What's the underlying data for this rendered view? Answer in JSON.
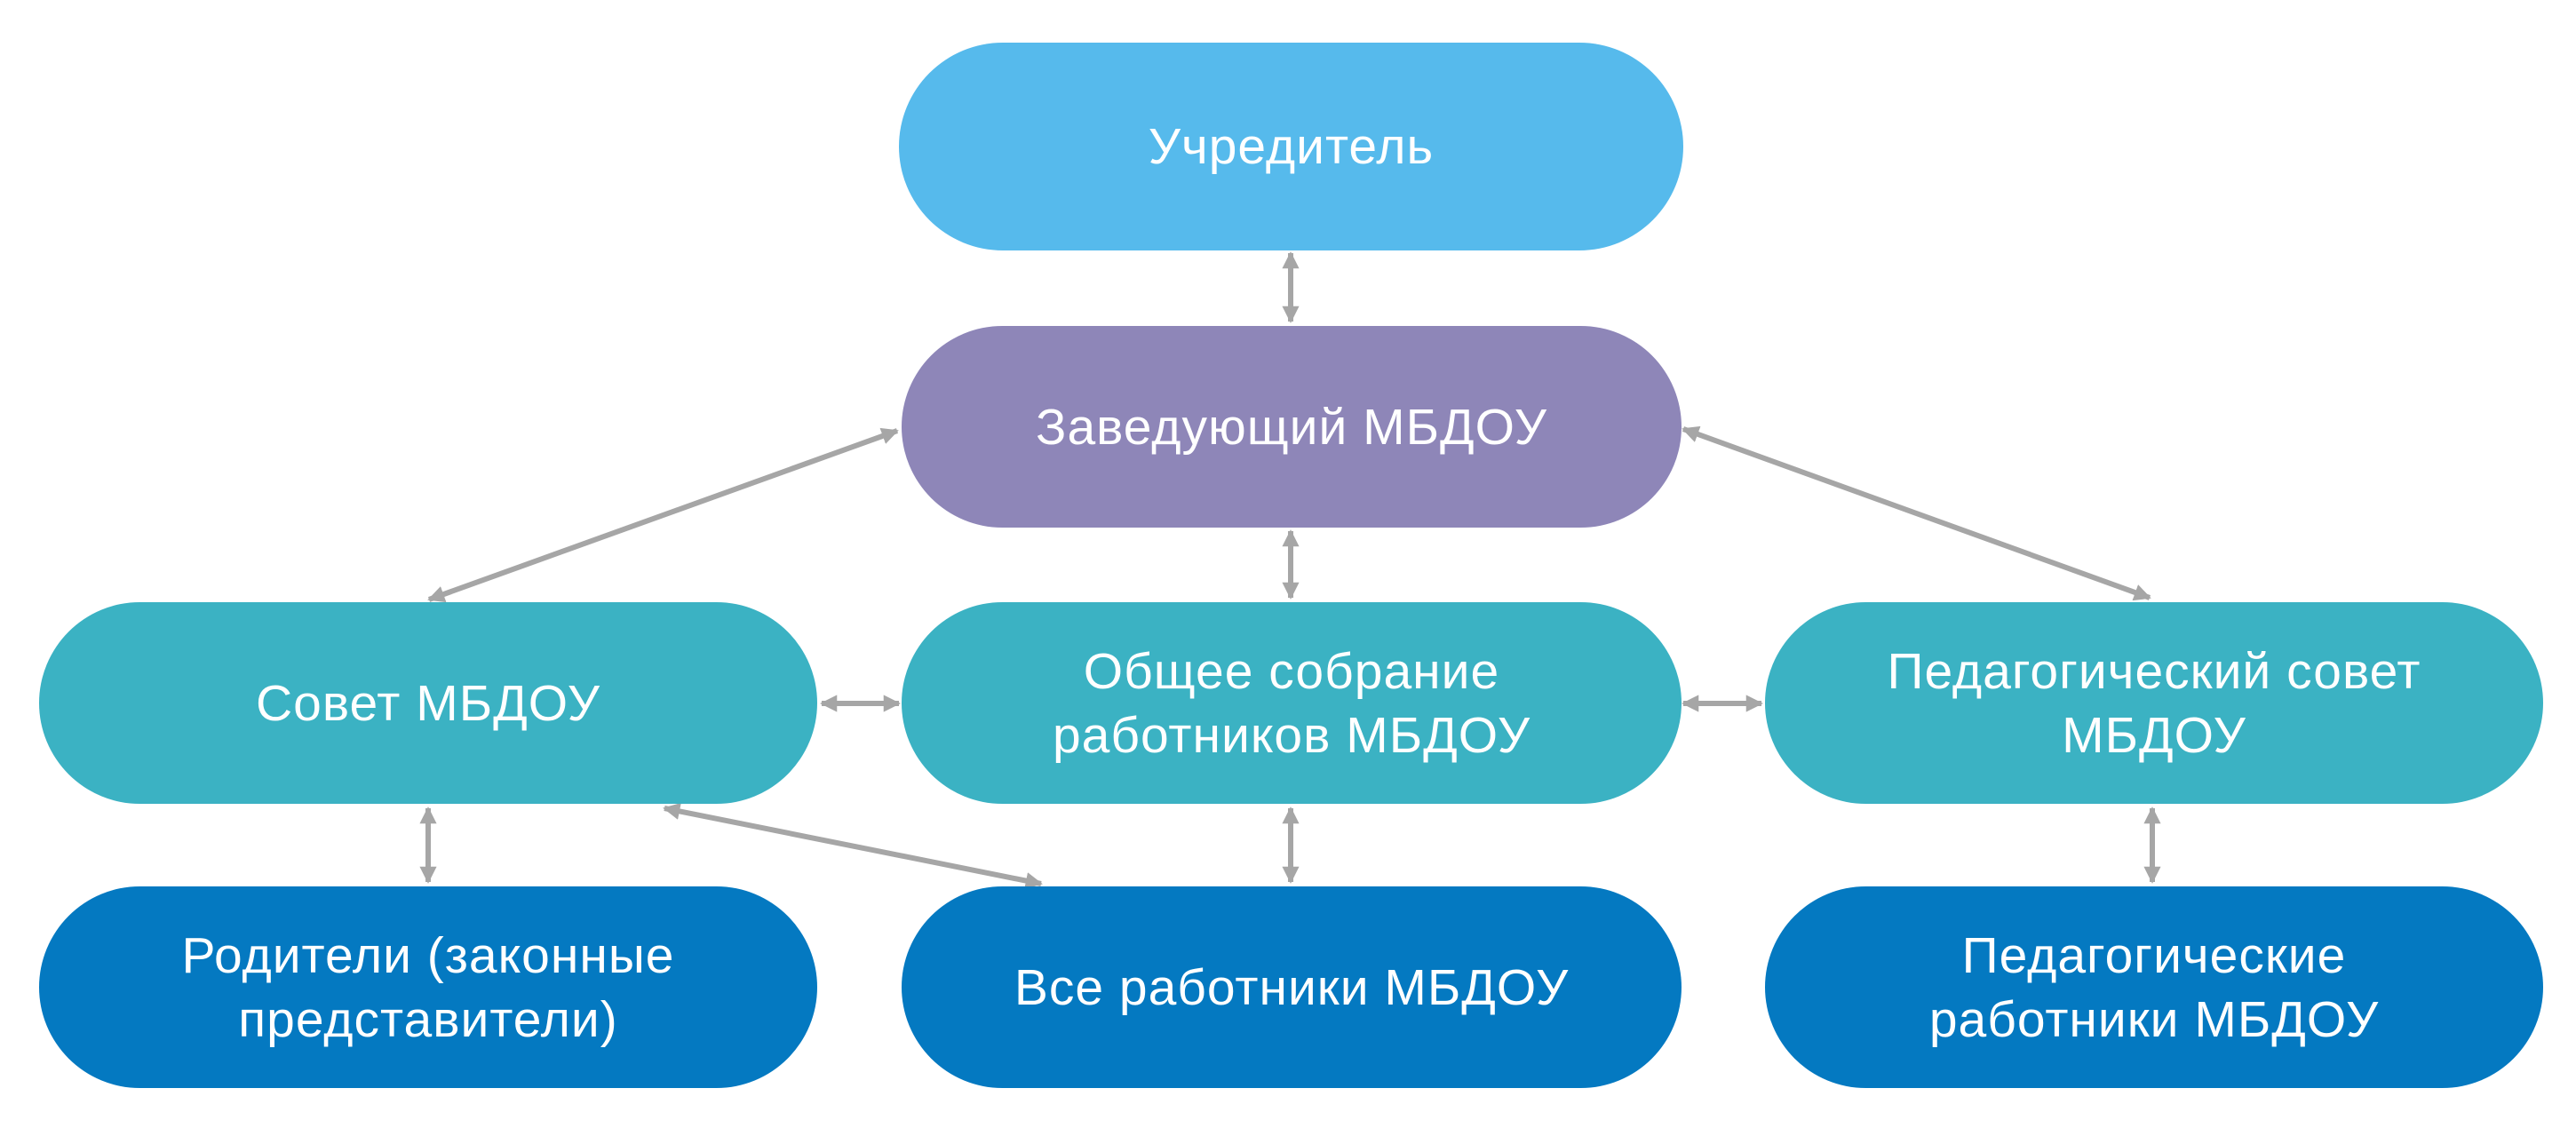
{
  "colors": {
    "top": "#56BAEC",
    "director": "#8E86B8",
    "middle": "#3BB2C3",
    "bottom": "#0479C1",
    "text": "#FFFFFF",
    "connector": "#A6A6A6"
  },
  "nodes": {
    "founder": {
      "label": "Учредитель"
    },
    "director": {
      "label": "Заведующий МБДОУ"
    },
    "council": {
      "label": "Совет МБДОУ"
    },
    "general_meeting": {
      "line1": "Общее собрание",
      "line2": "работников МБДОУ"
    },
    "ped_council": {
      "line1": "Педагогический совет",
      "line2": "МБДОУ"
    },
    "parents": {
      "line1": "Родители (законные",
      "line2": "представители)"
    },
    "all_staff": {
      "label": "Все работники МБДОУ"
    },
    "ped_staff": {
      "line1": "Педагогические",
      "line2": "работники МБДОУ"
    }
  },
  "connections": [
    {
      "from": "founder",
      "to": "director",
      "type": "bidirectional"
    },
    {
      "from": "director",
      "to": "council",
      "type": "bidirectional"
    },
    {
      "from": "director",
      "to": "general_meeting",
      "type": "bidirectional"
    },
    {
      "from": "director",
      "to": "ped_council",
      "type": "bidirectional"
    },
    {
      "from": "council",
      "to": "general_meeting",
      "type": "bidirectional"
    },
    {
      "from": "general_meeting",
      "to": "ped_council",
      "type": "bidirectional"
    },
    {
      "from": "council",
      "to": "parents",
      "type": "bidirectional"
    },
    {
      "from": "council",
      "to": "all_staff",
      "type": "bidirectional"
    },
    {
      "from": "general_meeting",
      "to": "all_staff",
      "type": "bidirectional"
    },
    {
      "from": "ped_council",
      "to": "ped_staff",
      "type": "bidirectional"
    }
  ]
}
